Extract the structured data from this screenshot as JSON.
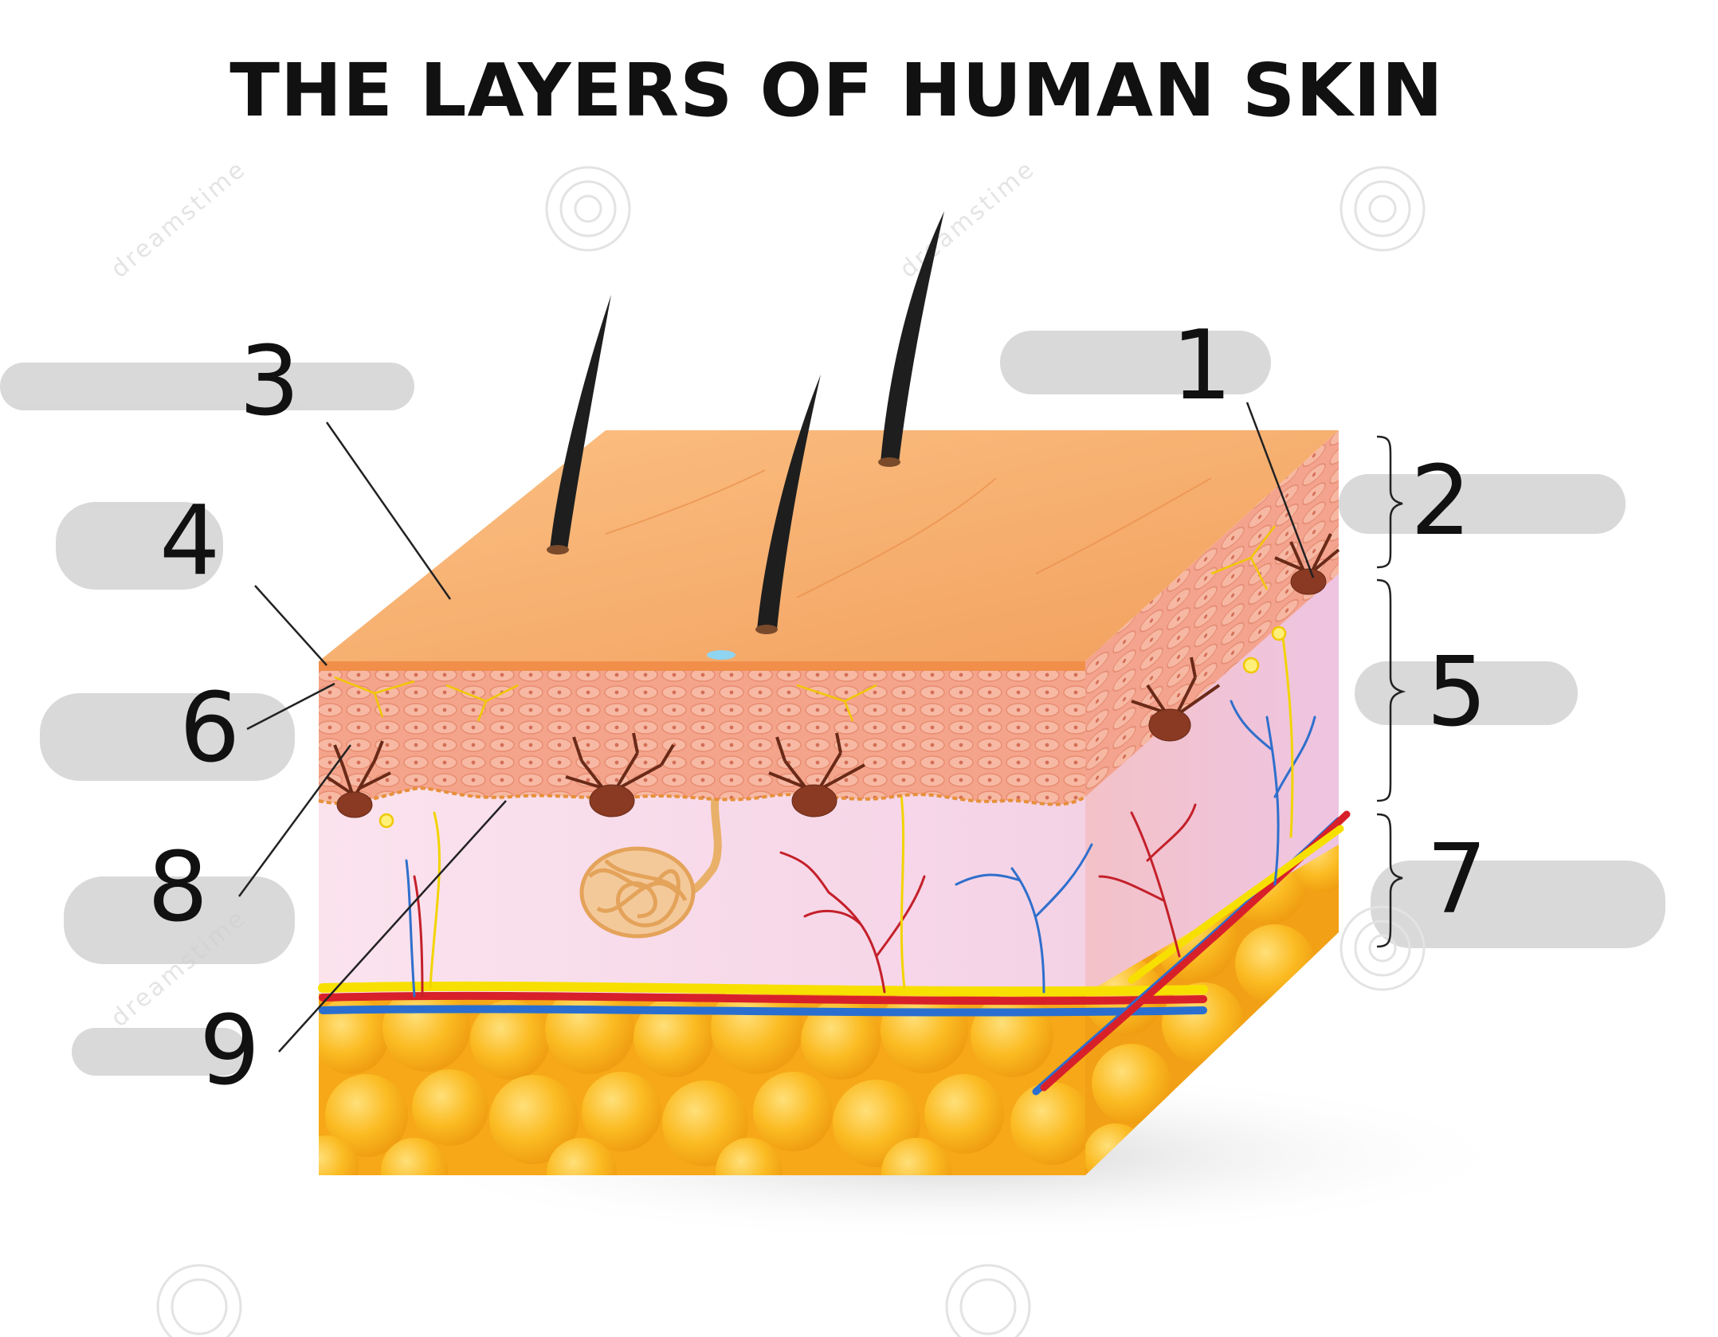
{
  "title": "THE LAYERS OF HUMAN SKIN",
  "labels": {
    "l1": "1",
    "l2": "2",
    "l3": "3",
    "l4": "4",
    "l5": "5",
    "l6": "6",
    "l7": "7",
    "l8": "8",
    "l9": "9"
  },
  "watermark": "dreamstime",
  "colors": {
    "epidermis_top": "#f7b06f",
    "epidermis_cells": "#f29a84",
    "dermis": "#f8dcea",
    "fat": "#f8b21a",
    "artery": "#d8202a",
    "vein": "#2a6fd0",
    "nerve": "#f7e000",
    "melanocyte": "#8a3a22",
    "hair": "#222222"
  }
}
